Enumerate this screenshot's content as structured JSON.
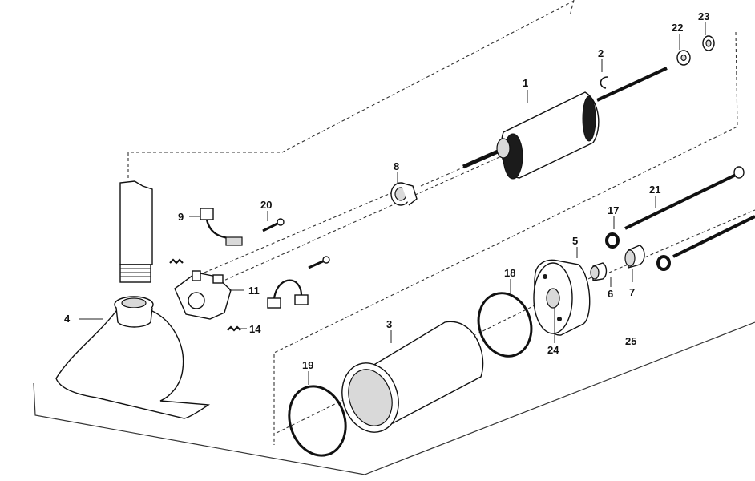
{
  "diagram": {
    "callouts": [
      {
        "id": "1",
        "label": "1"
      },
      {
        "id": "2",
        "label": "2"
      },
      {
        "id": "3",
        "label": "3"
      },
      {
        "id": "4",
        "label": "4"
      },
      {
        "id": "5",
        "label": "5"
      },
      {
        "id": "6",
        "label": "6"
      },
      {
        "id": "7",
        "label": "7"
      },
      {
        "id": "8",
        "label": "8"
      },
      {
        "id": "9",
        "label": "9"
      },
      {
        "id": "11",
        "label": "11"
      },
      {
        "id": "14",
        "label": "14"
      },
      {
        "id": "17",
        "label": "17"
      },
      {
        "id": "18",
        "label": "18"
      },
      {
        "id": "19",
        "label": "19"
      },
      {
        "id": "20",
        "label": "20"
      },
      {
        "id": "21",
        "label": "21"
      },
      {
        "id": "22",
        "label": "22"
      },
      {
        "id": "23",
        "label": "23"
      },
      {
        "id": "24",
        "label": "24"
      },
      {
        "id": "25",
        "label": "25"
      }
    ]
  }
}
